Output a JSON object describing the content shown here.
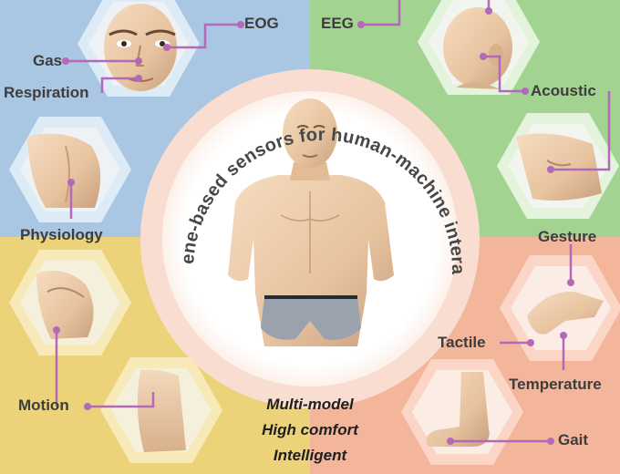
{
  "title": "Graphene-based sensors for human-machine interaction",
  "labels": {
    "eog": "EOG",
    "gas": "Gas",
    "respiration": "Respiration",
    "physiology": "Physiology",
    "eeg": "EEG",
    "acoustic": "Acoustic",
    "gesture": "Gesture",
    "tactile": "Tactile",
    "temperature": "Temperature",
    "gait": "Gait",
    "motion": "Motion"
  },
  "taglines": [
    "Multi-model",
    "High comfort",
    "Intelligent"
  ],
  "colors": {
    "top_left": "#a9c6e3",
    "top_right": "#a3d390",
    "bottom_left": "#ecd37a",
    "bottom_right": "#f3b69a",
    "center_circle": "#f9ddd0",
    "connector": "#b368b8",
    "label_text": "#3d3d3d"
  }
}
